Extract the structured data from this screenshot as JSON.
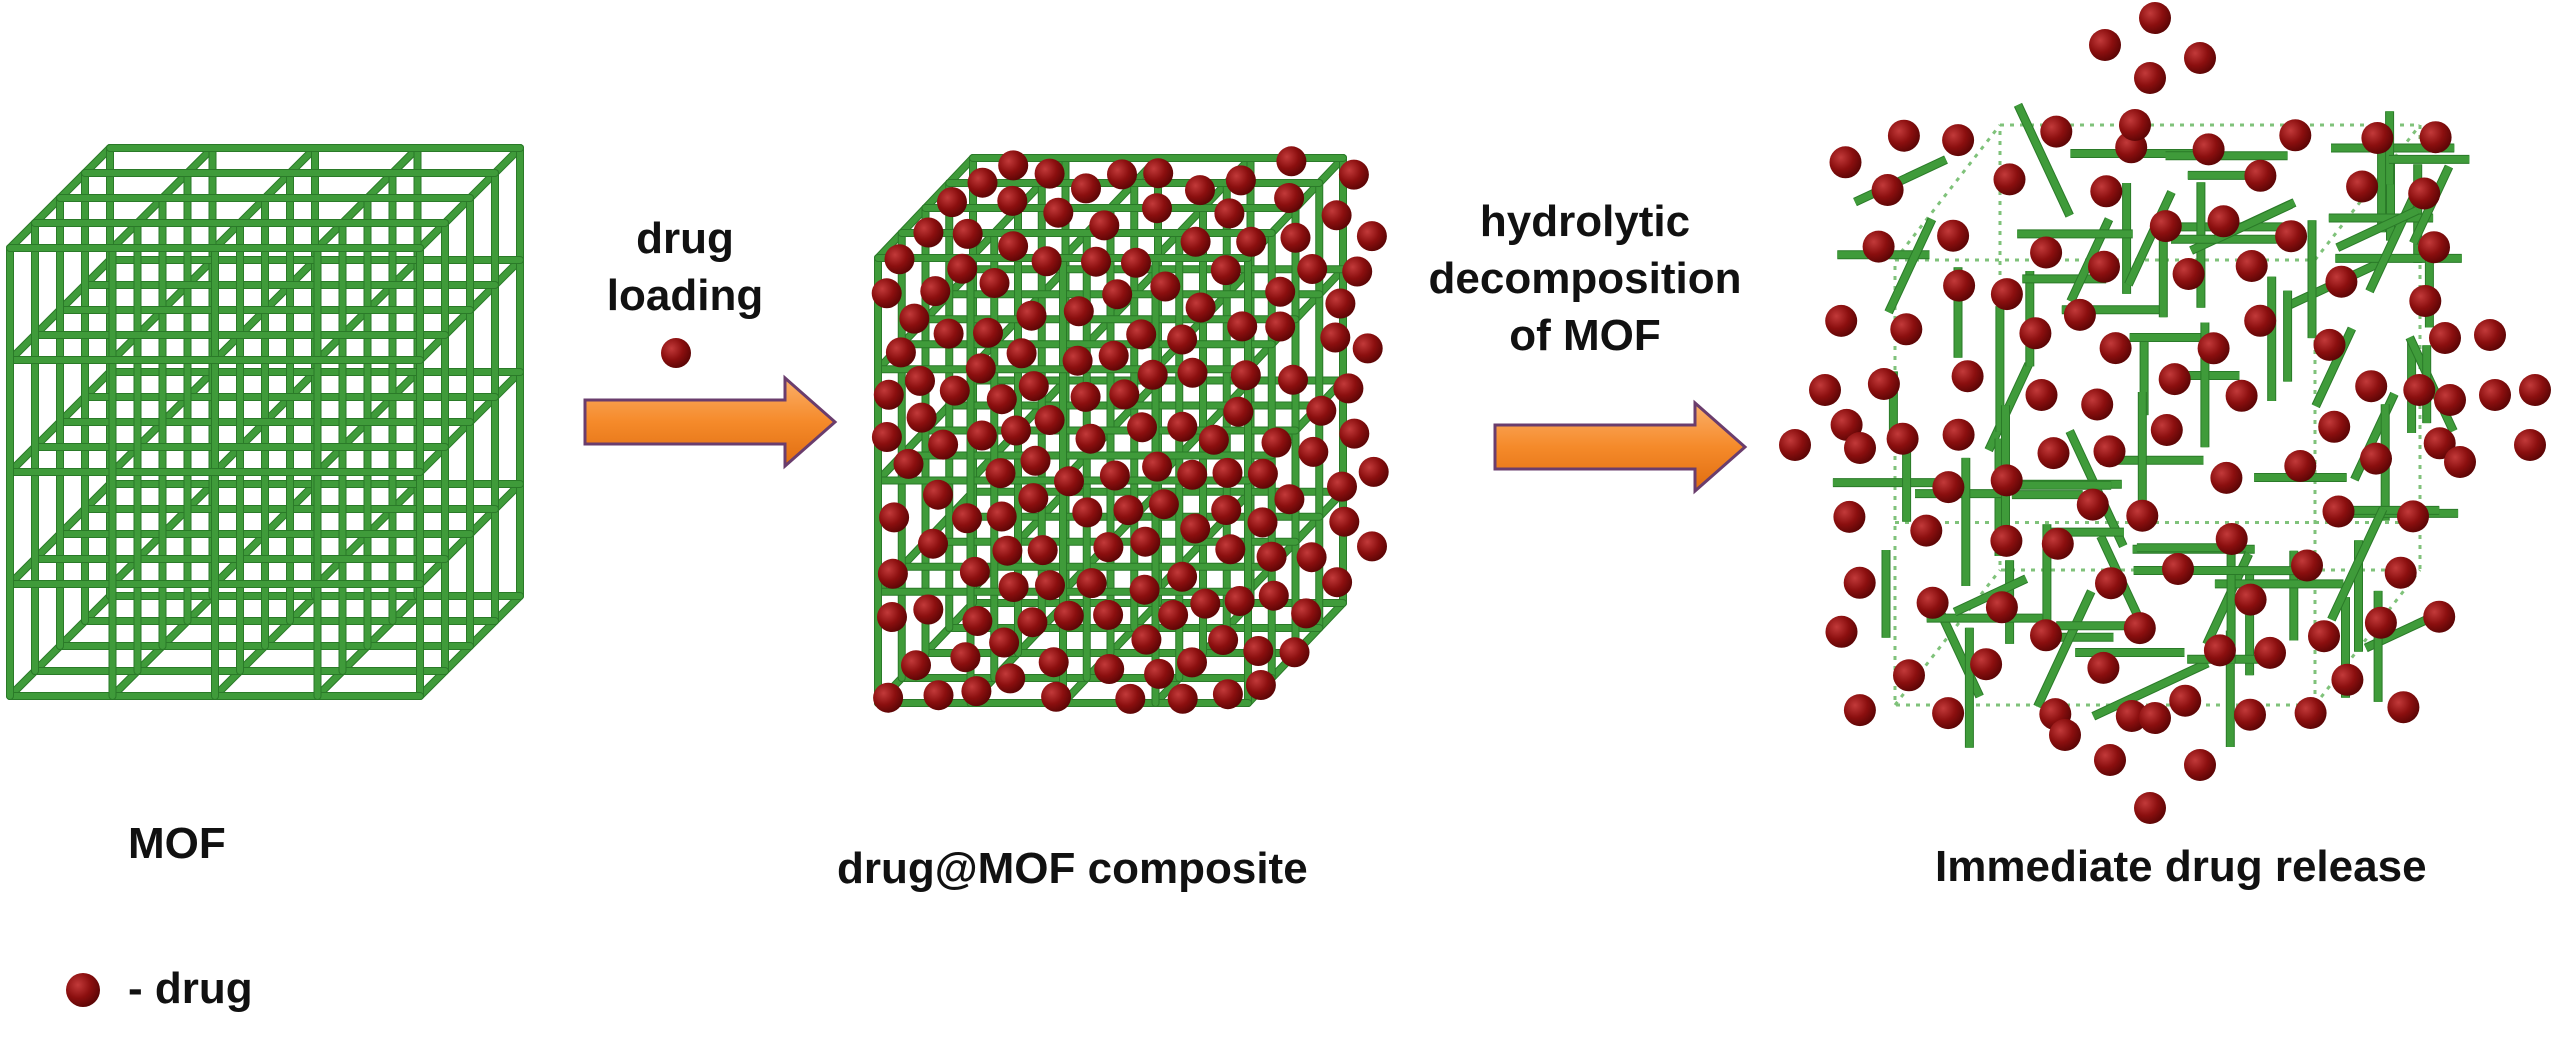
{
  "labels": {
    "mof": "MOF",
    "composite": "drug@MOF composite",
    "release": "Immediate drug release",
    "loading_line1": "drug",
    "loading_line2": "loading",
    "decomp_line1": "hydrolytic",
    "decomp_line2": "decomposition",
    "decomp_line3": "of MOF",
    "legend": "- drug"
  },
  "colors": {
    "framework": "#3f9b3a",
    "framework_dark": "#2a7a28",
    "drug": "#8b0f0f",
    "drug_dark": "#5a0505",
    "arrow_fill": "#f58a2a",
    "arrow_stroke": "#6a3d6d",
    "dotted_outline": "#7fc27a"
  },
  "icons": {
    "mof_lattice": "green-cubic-lattice-icon",
    "composite": "lattice-with-drug-spheres-icon",
    "release": "decomposed-framework-icon",
    "drug": "red-sphere-icon",
    "arrow": "orange-right-arrow-icon"
  }
}
